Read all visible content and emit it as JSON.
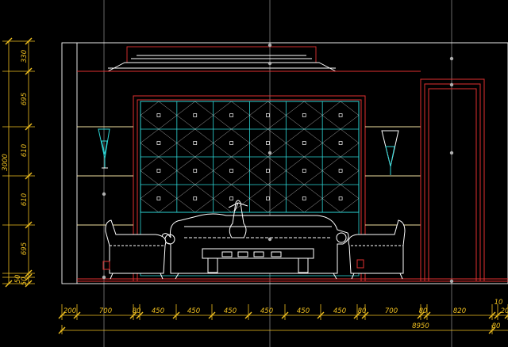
{
  "drawing": {
    "colors": {
      "background": "#000000",
      "outline": "#ffffff",
      "frame": "#e03030",
      "panel": "#2cd4d4",
      "dimension": "#f0c020",
      "furniture": "#ffffff",
      "shelf": "#f0e0a0",
      "centerline": "#b0b0b0"
    },
    "vertical_dimensions": {
      "segments": [
        "330",
        "695",
        "610",
        "610",
        "695",
        "50",
        "50"
      ],
      "total": "3000"
    },
    "horizontal_dimensions": {
      "segments": [
        "200",
        "700",
        "80",
        "450",
        "450",
        "450",
        "450",
        "450",
        "450",
        "80",
        "700",
        "80",
        "820",
        "10",
        "20"
      ],
      "total": "8950",
      "right_extra": "80"
    },
    "panel_grid": {
      "columns": 6,
      "rows": 4
    },
    "symbols": [
      "wall-lamp-left-icon",
      "wall-lamp-right-icon",
      "sofa-icon",
      "armchair-left-icon",
      "armchair-right-icon",
      "coffee-table-icon",
      "floor-vase-icon"
    ]
  }
}
